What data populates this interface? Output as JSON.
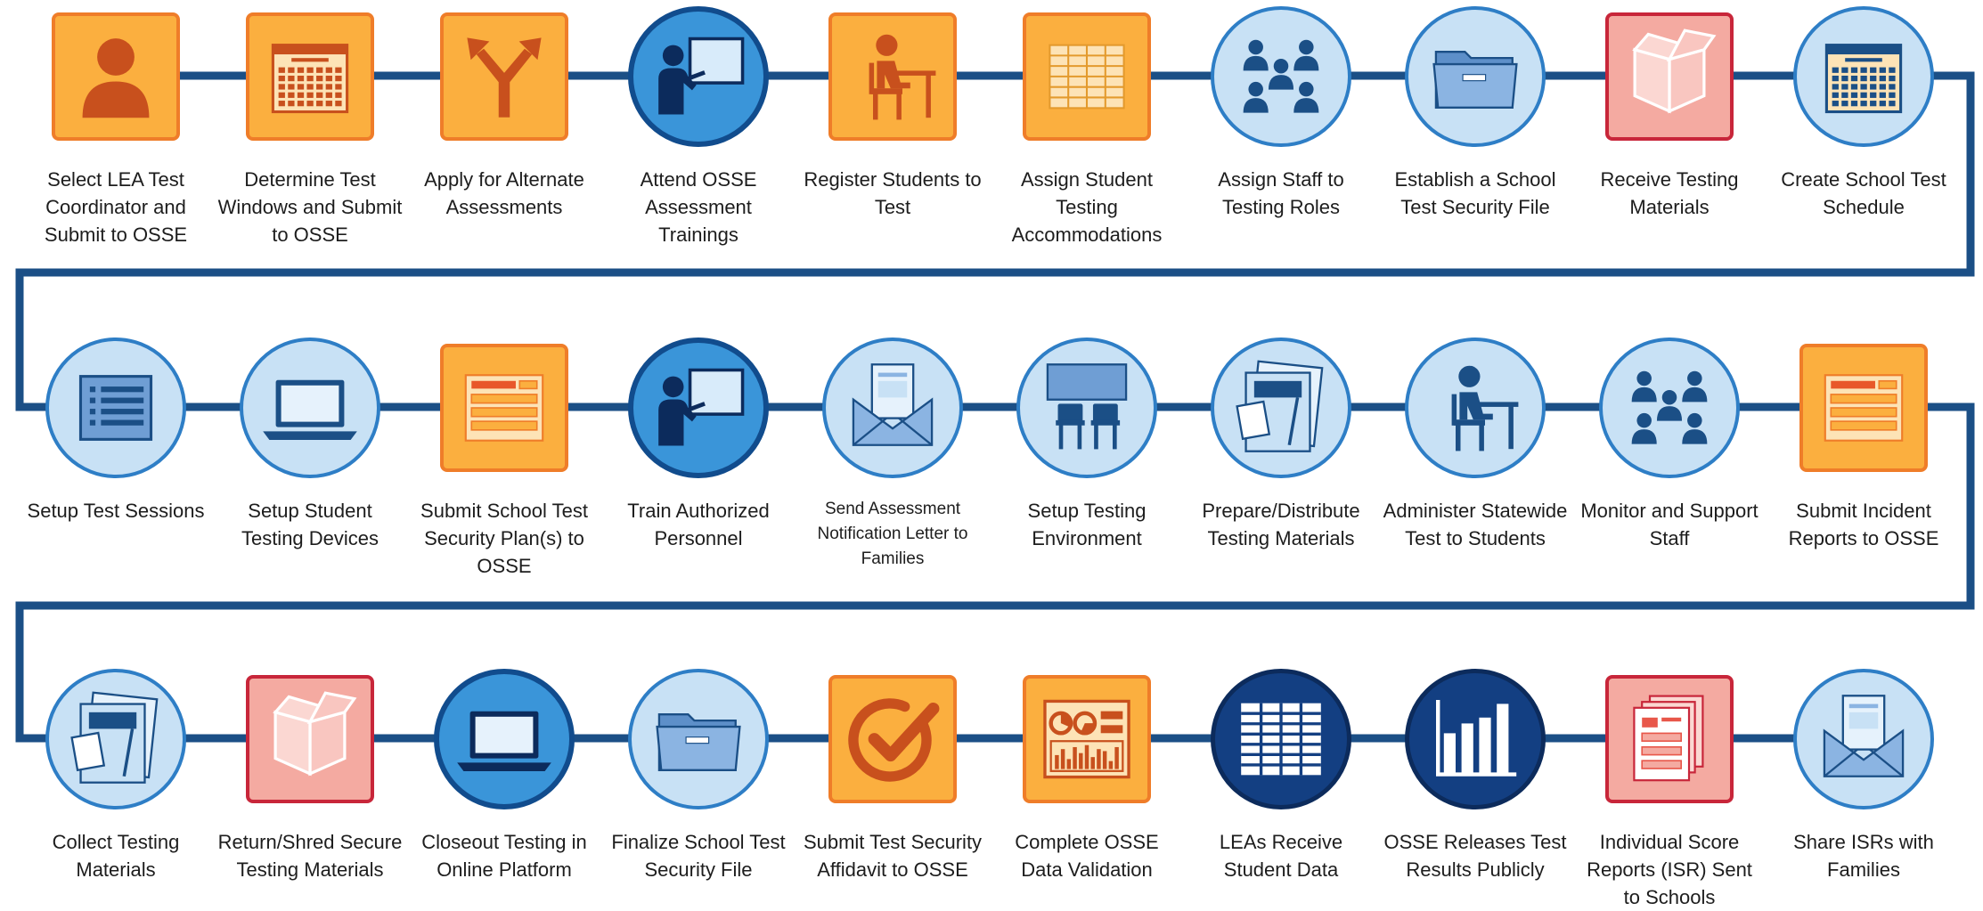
{
  "colors": {
    "connector": "#1b4f86",
    "orange_fill": "#fbaf3f",
    "orange_border": "#ef7d29",
    "pink_fill": "#f4aaa1",
    "pink_border": "#c8263a",
    "light_blue_fill": "#c8e1f5",
    "medium_blue_fill": "#3a95d9",
    "dark_blue_fill": "#133f82"
  },
  "rows": [
    {
      "steps": [
        {
          "label": "Select LEA Test Coordinator and Submit to OSSE",
          "icon": "person-icon",
          "style": "orange"
        },
        {
          "label": "Determine Test Windows and Submit to OSSE",
          "icon": "calendar-icon",
          "style": "orange"
        },
        {
          "label": "Apply for Alternate Assessments",
          "icon": "fork-arrows-icon",
          "style": "orange"
        },
        {
          "label": "Attend OSSE Assessment Trainings",
          "icon": "presenter-icon",
          "style": "mblue"
        },
        {
          "label": "Register Students to Test",
          "icon": "student-desk-icon",
          "style": "orange"
        },
        {
          "label": "Assign Student Testing Accommodations",
          "icon": "spreadsheet-icon",
          "style": "orange"
        },
        {
          "label": "Assign Staff to Testing Roles",
          "icon": "people-group-icon",
          "style": "lblue"
        },
        {
          "label": "Establish a School Test Security File",
          "icon": "folder-icon",
          "style": "lblue"
        },
        {
          "label": "Receive Testing Materials",
          "icon": "open-box-icon",
          "style": "pink"
        },
        {
          "label": "Create School Test Schedule",
          "icon": "calendar-icon",
          "style": "lblue"
        }
      ]
    },
    {
      "steps": [
        {
          "label": "Setup Test Sessions",
          "icon": "list-icon",
          "style": "lblue"
        },
        {
          "label": "Setup Student Testing Devices",
          "icon": "laptop-icon",
          "style": "lblue"
        },
        {
          "label": "Submit School Test Security Plan(s) to OSSE",
          "icon": "form-icon",
          "style": "orange"
        },
        {
          "label": "Train Authorized Personnel",
          "icon": "presenter-icon",
          "style": "mblue"
        },
        {
          "label": "Send Assessment Notification Letter to Families",
          "icon": "envelope-letter-icon",
          "style": "lblue",
          "small": true
        },
        {
          "label": "Setup Testing Environment",
          "icon": "classroom-icon",
          "style": "lblue"
        },
        {
          "label": "Prepare/Distribute Testing Materials",
          "icon": "documents-icon",
          "style": "lblue"
        },
        {
          "label": "Administer Statewide Test to Students",
          "icon": "student-desk-icon",
          "style": "lblue"
        },
        {
          "label": "Monitor and Support Staff",
          "icon": "people-group-icon",
          "style": "lblue"
        },
        {
          "label": "Submit Incident Reports to OSSE",
          "icon": "form-icon",
          "style": "orange"
        }
      ]
    },
    {
      "steps": [
        {
          "label": "Collect Testing Materials",
          "icon": "documents-icon",
          "style": "lblue"
        },
        {
          "label": "Return/Shred Secure Testing Materials",
          "icon": "open-box-icon",
          "style": "pink"
        },
        {
          "label": "Closeout Testing in Online Platform",
          "icon": "laptop-icon",
          "style": "mblue"
        },
        {
          "label": "Finalize School Test Security File",
          "icon": "folder-icon",
          "style": "lblue"
        },
        {
          "label": "Submit Test Security Affidavit to OSSE",
          "icon": "checkmark-icon",
          "style": "orange"
        },
        {
          "label": "Complete OSSE Data Validation",
          "icon": "dashboard-icon",
          "style": "orange"
        },
        {
          "label": "LEAs Receive Student Data",
          "icon": "data-table-icon",
          "style": "dblue"
        },
        {
          "label": "OSSE Releases Test Results Publicly",
          "icon": "bar-chart-icon",
          "style": "dblue"
        },
        {
          "label": "Individual Score Reports (ISR) Sent to Schools",
          "icon": "reports-icon",
          "style": "pink"
        },
        {
          "label": "Share ISRs with Families",
          "icon": "envelope-letter-icon",
          "style": "lblue"
        }
      ]
    }
  ]
}
